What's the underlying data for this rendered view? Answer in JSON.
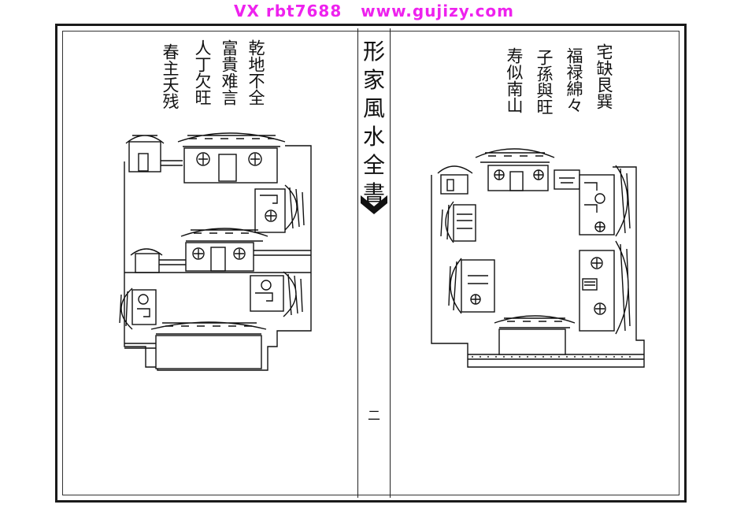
{
  "watermark": "VX rbt7688   www.gujizy.com",
  "book_title": [
    "形",
    "家",
    "風",
    "水",
    "全",
    "書"
  ],
  "page_number": "二",
  "left_verse": {
    "columns": [
      "乾地不全",
      "富貴难言",
      "人丁欠旺",
      "春主夭残"
    ]
  },
  "right_verse": {
    "columns": [
      "宅缺艮巽",
      "福禄綿々",
      "子孫與旺",
      "寿似南山"
    ]
  }
}
